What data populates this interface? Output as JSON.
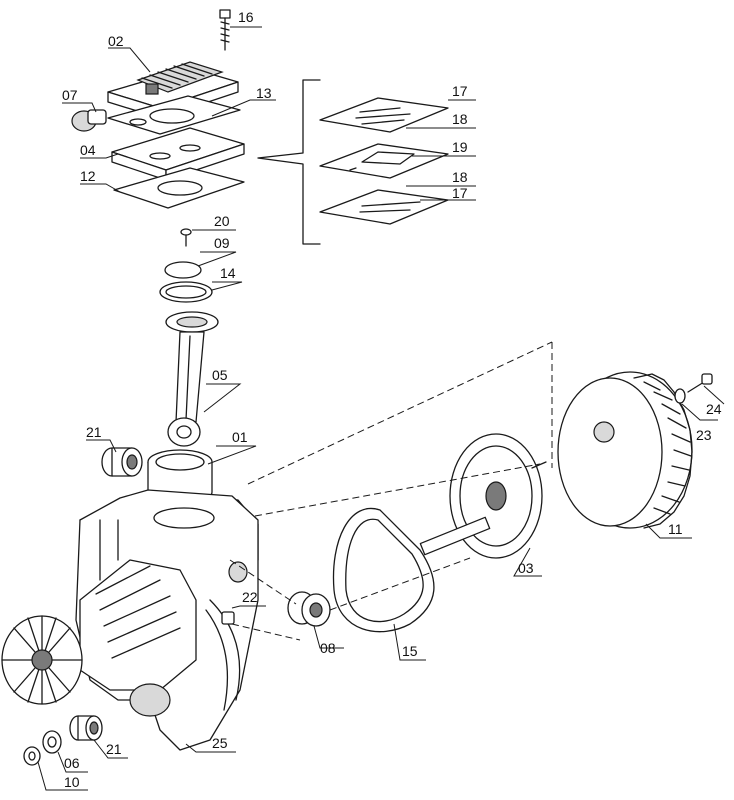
{
  "labels": {
    "p01": "01",
    "p02": "02",
    "p03": "03",
    "p04": "04",
    "p05": "05",
    "p06": "06",
    "p07": "07",
    "p08": "08",
    "p09": "09",
    "p10": "10",
    "p11": "11",
    "p12": "12",
    "p13": "13",
    "p14": "14",
    "p15": "15",
    "p16": "16",
    "p17a": "17",
    "p17b": "17",
    "p18a": "18",
    "p18b": "18",
    "p19": "19",
    "p20": "20",
    "p21a": "21",
    "p21b": "21",
    "p22": "22",
    "p23": "23",
    "p24": "24",
    "p25": "25"
  }
}
